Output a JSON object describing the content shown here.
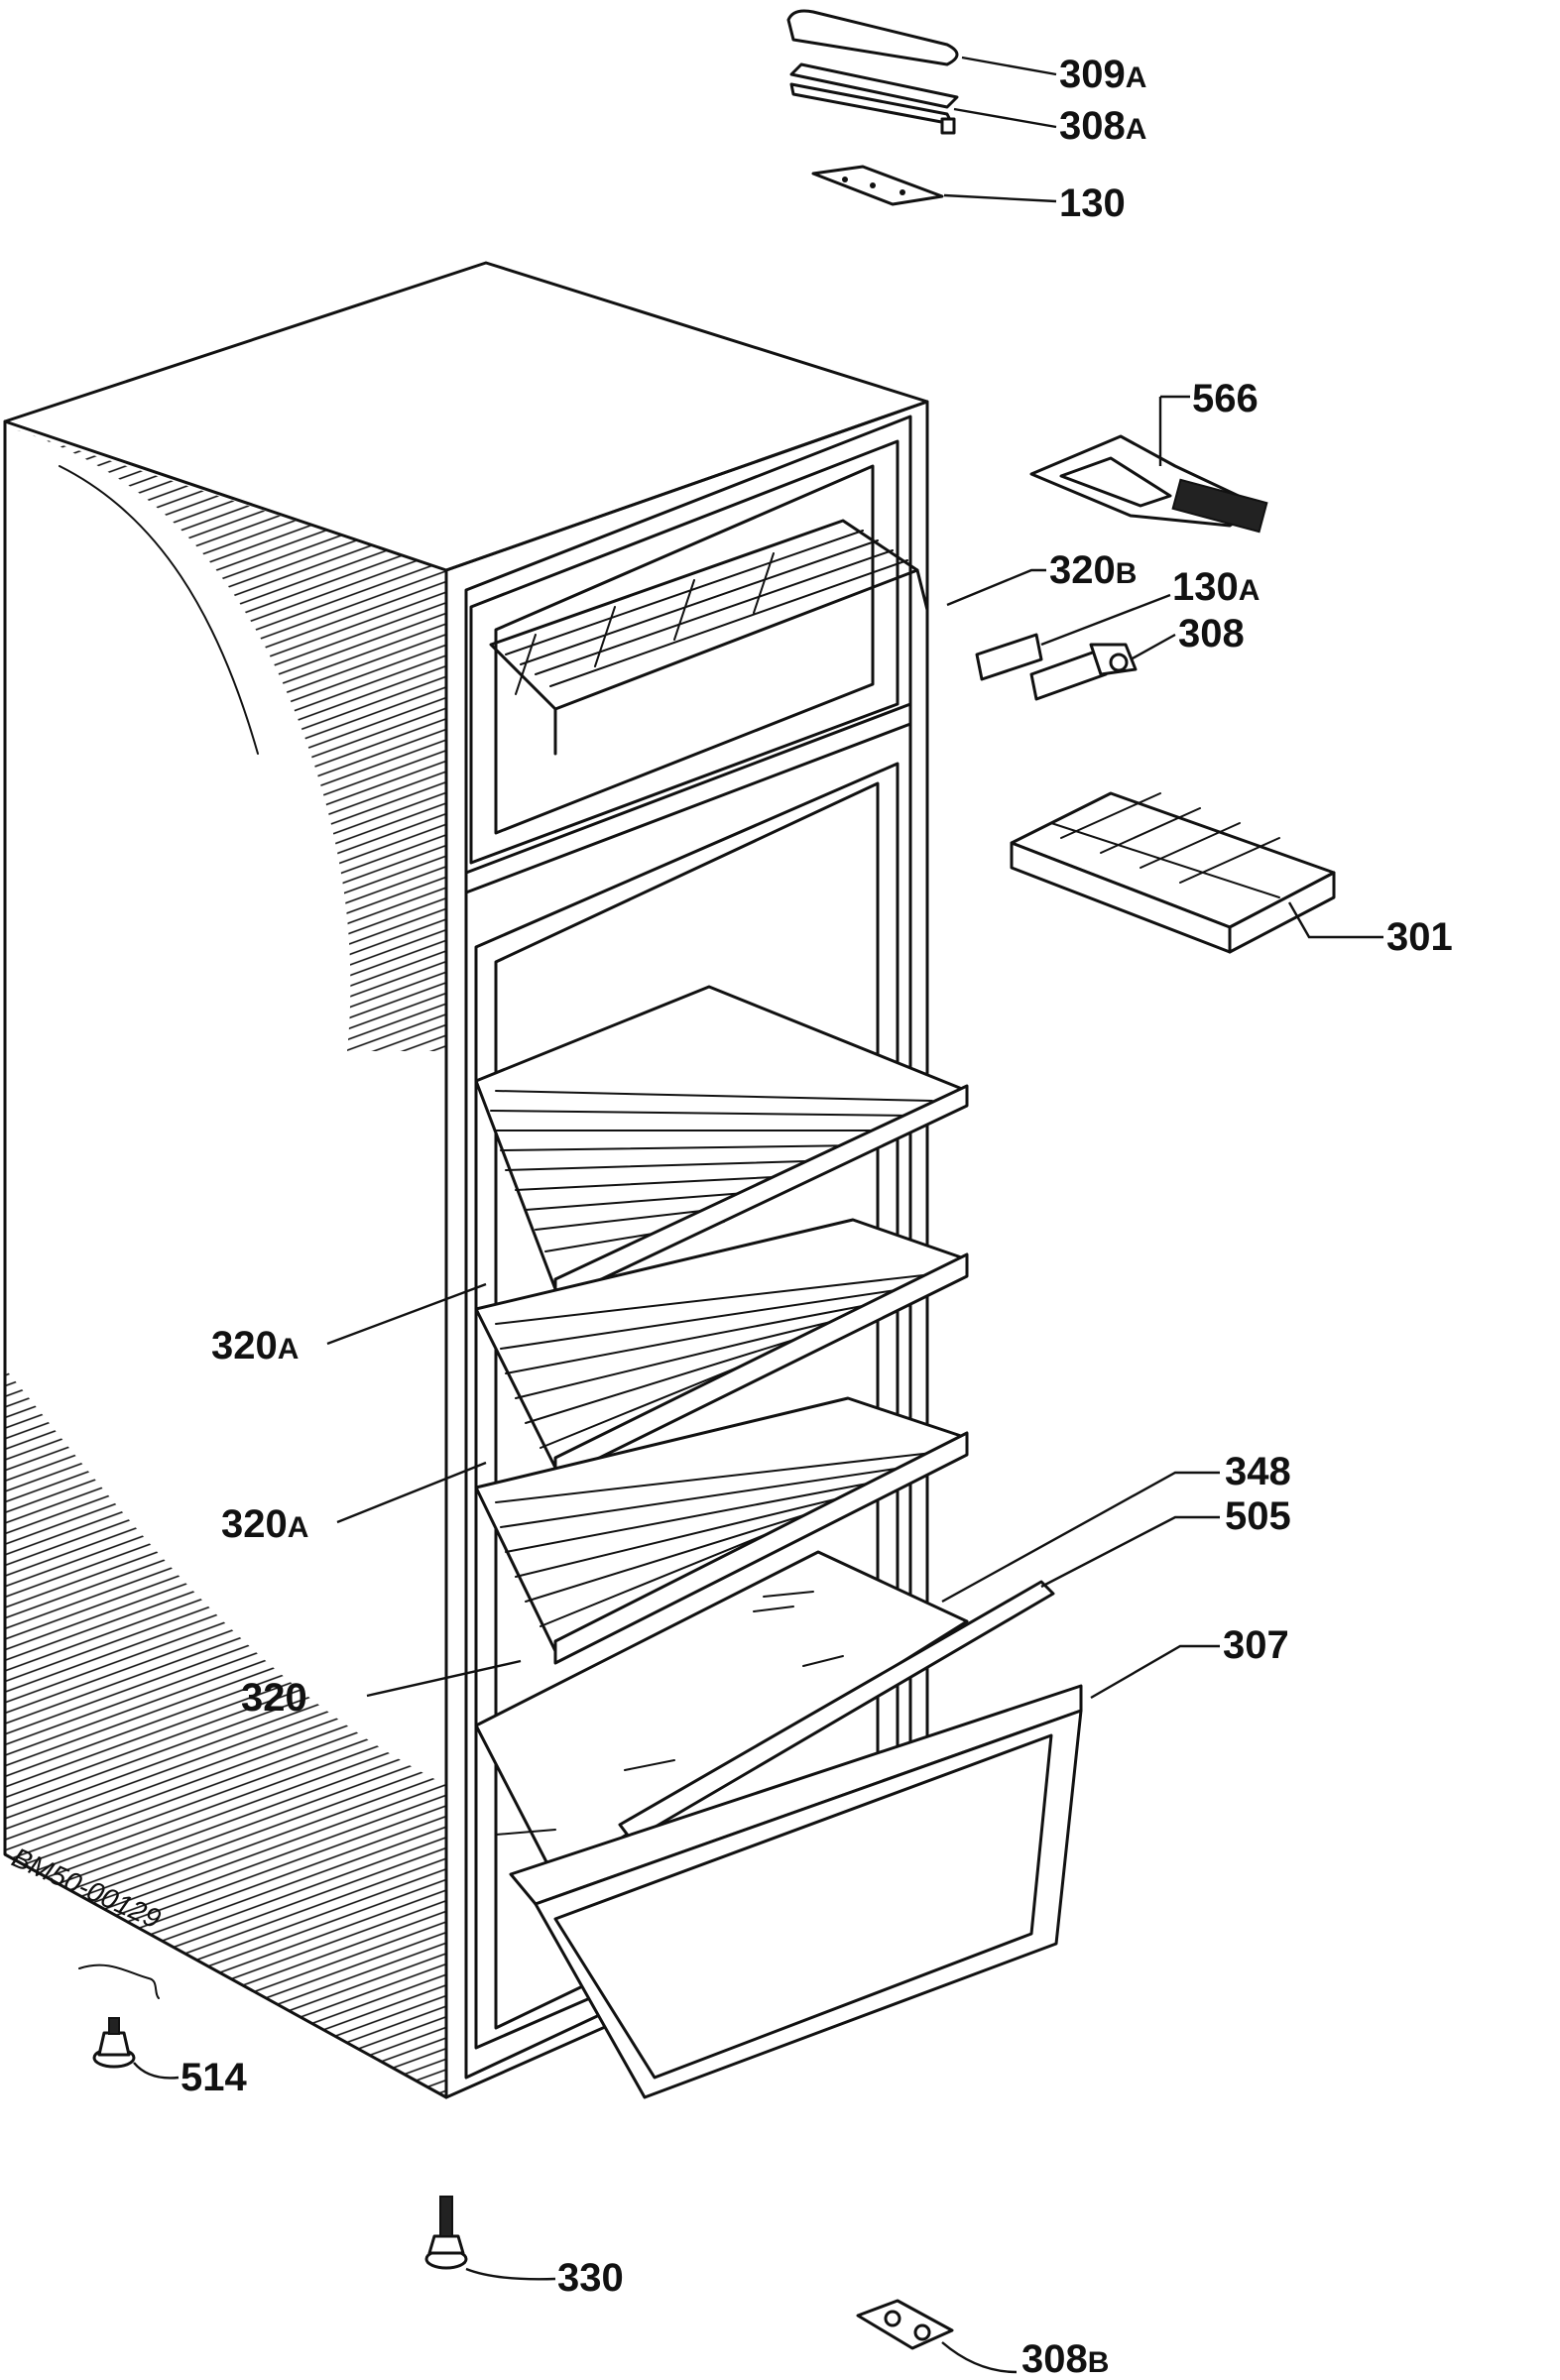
{
  "drawing_code": "BM50-00129",
  "callouts": [
    {
      "id": "309a",
      "num": "309",
      "suffix": "A"
    },
    {
      "id": "308a",
      "num": "308",
      "suffix": "A"
    },
    {
      "id": "130",
      "num": "130",
      "suffix": ""
    },
    {
      "id": "566",
      "num": "566",
      "suffix": ""
    },
    {
      "id": "320b",
      "num": "320",
      "suffix": "B"
    },
    {
      "id": "130a",
      "num": "130",
      "suffix": "A"
    },
    {
      "id": "308",
      "num": "308",
      "suffix": ""
    },
    {
      "id": "301",
      "num": "301",
      "suffix": ""
    },
    {
      "id": "320a_1",
      "num": "320",
      "suffix": "A"
    },
    {
      "id": "320a_2",
      "num": "320",
      "suffix": "A"
    },
    {
      "id": "348",
      "num": "348",
      "suffix": ""
    },
    {
      "id": "505",
      "num": "505",
      "suffix": ""
    },
    {
      "id": "307",
      "num": "307",
      "suffix": ""
    },
    {
      "id": "320",
      "num": "320",
      "suffix": ""
    },
    {
      "id": "514",
      "num": "514",
      "suffix": ""
    },
    {
      "id": "330",
      "num": "330",
      "suffix": ""
    },
    {
      "id": "308b",
      "num": "308",
      "suffix": "B"
    }
  ]
}
